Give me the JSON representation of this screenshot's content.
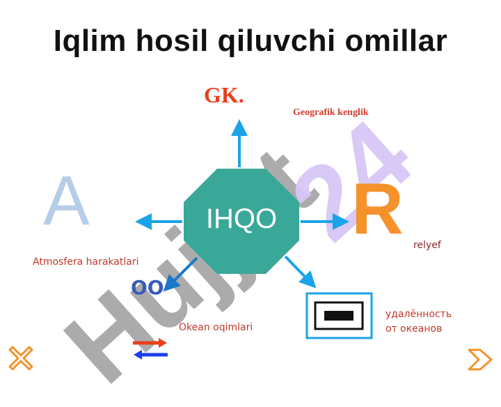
{
  "slide": {
    "title": "Iqlim hosil qiluvchi omillar",
    "watermark_left": "Hujjat",
    "watermark_right": "24",
    "center_label": "IHQO",
    "top_abbrev": "GK.",
    "top_label": "Geografik kenglik",
    "right_letter": "R",
    "right_label": "relyef",
    "left_letter": "A",
    "left_label": "Atmosfera harakatlari",
    "bottom_left_abbrev": "OO",
    "bottom_left_label": "Okean oqimlari",
    "bottom_right_label_line1": "удалённость",
    "bottom_right_label_line2": "от океанов"
  },
  "nav": {
    "prev_icon": "close-x-icon",
    "next_icon": "chevron-right-icon"
  },
  "colors": {
    "octagon": "#3aa898",
    "arrow": "#1aa3e8",
    "orange": "#f5922a",
    "red": "#e8401c",
    "blue_label": "#3a5cb8",
    "watermark_gray": "#a7a7a7",
    "watermark_lavender": "#d6c7f7"
  }
}
